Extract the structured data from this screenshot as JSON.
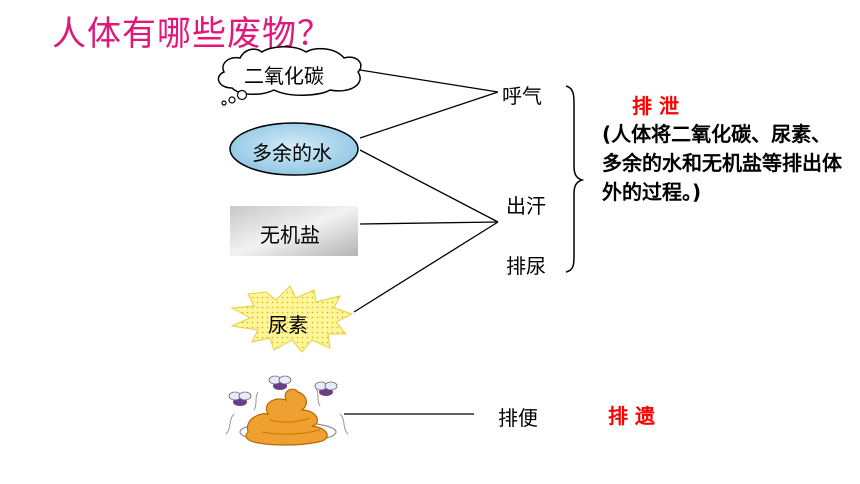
{
  "title": "人体有哪些废物？",
  "waste": {
    "co2": "二氧化碳",
    "water": "多余的水",
    "salt": "无机盐",
    "urea": "尿素"
  },
  "routes": {
    "breath": "呼气",
    "sweat": "出汗",
    "urine": "排尿",
    "feces": "排便"
  },
  "terms": {
    "excretion": "排 泄",
    "egestion": "排 遗"
  },
  "description": "(人体将二氧化碳、尿素、多余的水和无机盐等排出体外的过程。)",
  "colors": {
    "title": "#e0187a",
    "term": "#ff0000",
    "water_blob": "#a8d4ea",
    "urea_burst": "#fff59a",
    "feces": "#f0a030"
  },
  "icons": [
    "cloud-icon",
    "water-blob-icon",
    "rock-icon",
    "starburst-icon",
    "feces-icon",
    "fly-icon"
  ]
}
